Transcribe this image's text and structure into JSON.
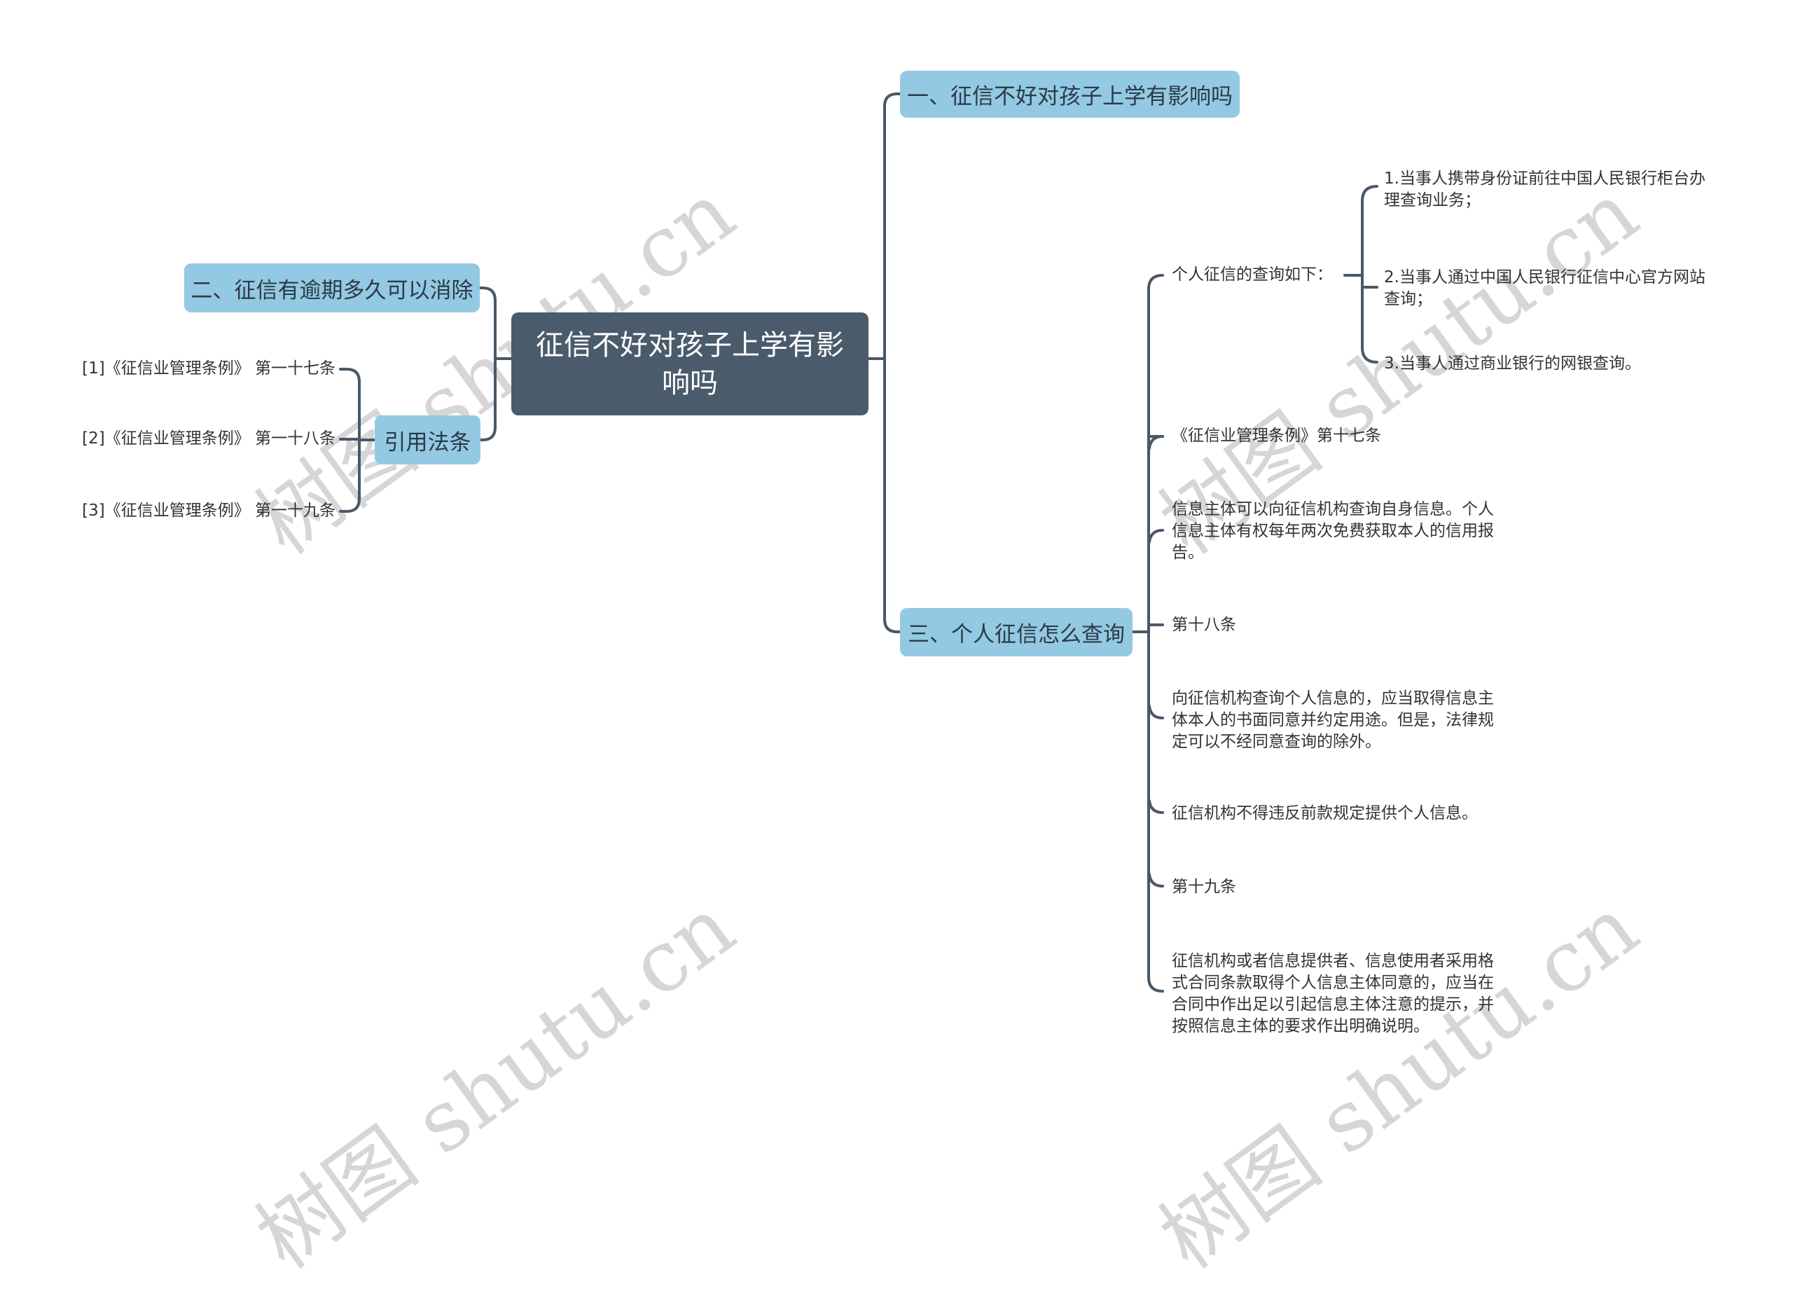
{
  "root": {
    "title_line1": "征信不好对孩子上学有影",
    "title_line2": "响吗"
  },
  "right_topics": [
    {
      "label": "一、征信不好对孩子上学有影响吗"
    },
    {
      "label": "三、个人征信怎么查询"
    }
  ],
  "left_topics": [
    {
      "label": "二、征信有逾期多久可以消除"
    },
    {
      "label": "引用法条"
    }
  ],
  "citations": [
    "[1]《征信业管理条例》 第一十七条",
    "[2]《征信业管理条例》 第一十八条",
    "[3]《征信业管理条例》 第一十九条"
  ],
  "query_section": {
    "heading": "个人征信的查询如下：",
    "methods": [
      {
        "line1": "1.当事人携带身份证前往中国人民银行柜台办",
        "line2": "理查询业务；"
      },
      {
        "line1": "2.当事人通过中国人民银行征信中心官方网站",
        "line2": "查询；"
      },
      {
        "line1": "3.当事人通过商业银行的网银查询。"
      }
    ],
    "leaves": [
      {
        "lines": [
          "《征信业管理条例》第十七条"
        ]
      },
      {
        "lines": [
          "信息主体可以向征信机构查询自身信息。个人",
          "信息主体有权每年两次免费获取本人的信用报",
          "告。"
        ]
      },
      {
        "lines": [
          "第十八条"
        ]
      },
      {
        "lines": [
          "向征信机构查询个人信息的，应当取得信息主",
          "体本人的书面同意并约定用途。但是，法律规",
          "定可以不经同意查询的除外。"
        ]
      },
      {
        "lines": [
          "征信机构不得违反前款规定提供个人信息。"
        ]
      },
      {
        "lines": [
          "第十九条"
        ]
      },
      {
        "lines": [
          "征信机构或者信息提供者、信息使用者采用格",
          "式合同条款取得个人信息主体同意的，应当在",
          "合同中作出足以引起信息主体注意的提示，并",
          "按照信息主体的要求作出明确说明。"
        ]
      }
    ]
  },
  "watermark": "树图 shutu.cn",
  "colors": {
    "root_bg": "#4a5b6b",
    "topic_bg": "#93c9e2",
    "line": "#4a5866",
    "watermark": "#d6d6d6"
  }
}
